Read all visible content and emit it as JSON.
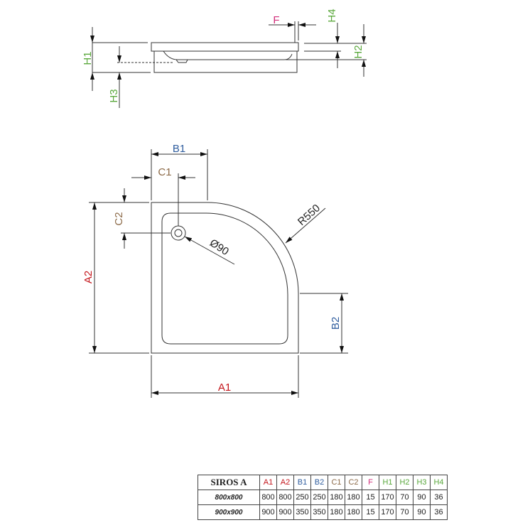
{
  "colors": {
    "a": "#c4161c",
    "b": "#2f5d9e",
    "c": "#8c6a48",
    "f": "#d12f7a",
    "h": "#5aa83c"
  },
  "labels": {
    "F": "F",
    "H1": "H1",
    "H2": "H2",
    "H3": "H3",
    "H4": "H4",
    "A1": "A1",
    "A2": "A2",
    "B1": "B1",
    "B2": "B2",
    "C1": "C1",
    "C2": "C2",
    "R": "R550",
    "D": "Ø90"
  },
  "table": {
    "title": "SIROS A",
    "headers": [
      "A1",
      "A2",
      "B1",
      "B2",
      "C1",
      "C2",
      "F",
      "H1",
      "H2",
      "H3",
      "H4"
    ],
    "rows": [
      {
        "size": "800x800",
        "values": [
          "800",
          "800",
          "250",
          "250",
          "180",
          "180",
          "15",
          "170",
          "70",
          "90",
          "36"
        ]
      },
      {
        "size": "900x900",
        "values": [
          "900",
          "900",
          "350",
          "350",
          "180",
          "180",
          "15",
          "170",
          "70",
          "90",
          "36"
        ]
      }
    ]
  }
}
